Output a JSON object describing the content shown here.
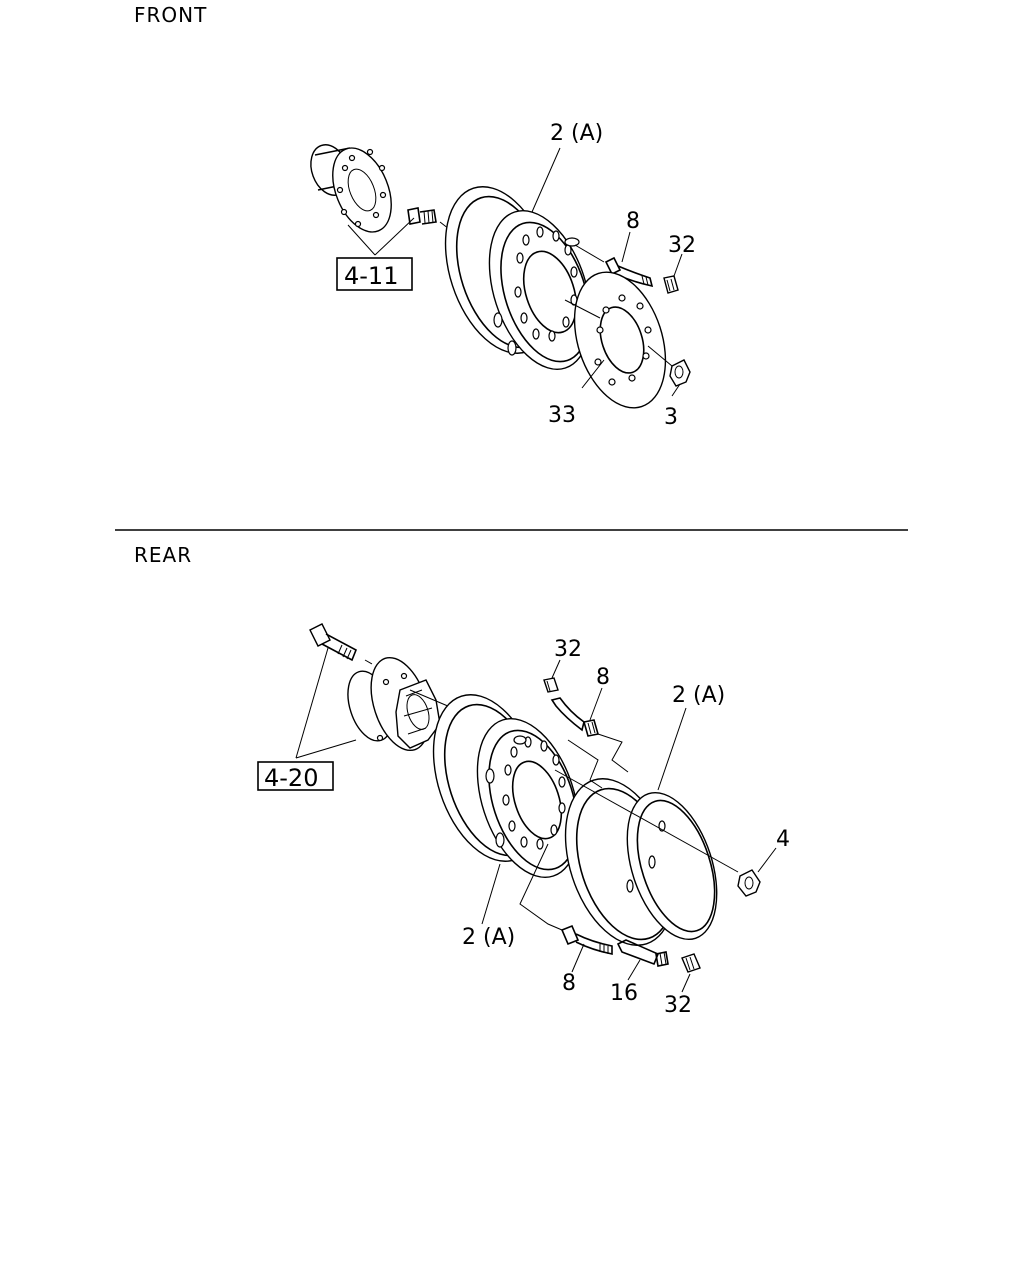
{
  "sections": {
    "front": {
      "title": "FRONT",
      "callouts": {
        "wheel": "2 (A)",
        "valve": "8",
        "cap": "32",
        "plate": "33",
        "nut": "3",
        "ref": "4-11"
      }
    },
    "rear": {
      "title": "REAR",
      "callouts": {
        "cap_top": "32",
        "valve_top": "8",
        "wheel_outer": "2 (A)",
        "nut": "4",
        "wheel_inner": "2 (A)",
        "valve_bottom": "8",
        "extension": "16",
        "cap_bottom": "32",
        "ref": "4-20"
      }
    }
  },
  "colors": {
    "line": "#000000",
    "background": "#ffffff"
  }
}
